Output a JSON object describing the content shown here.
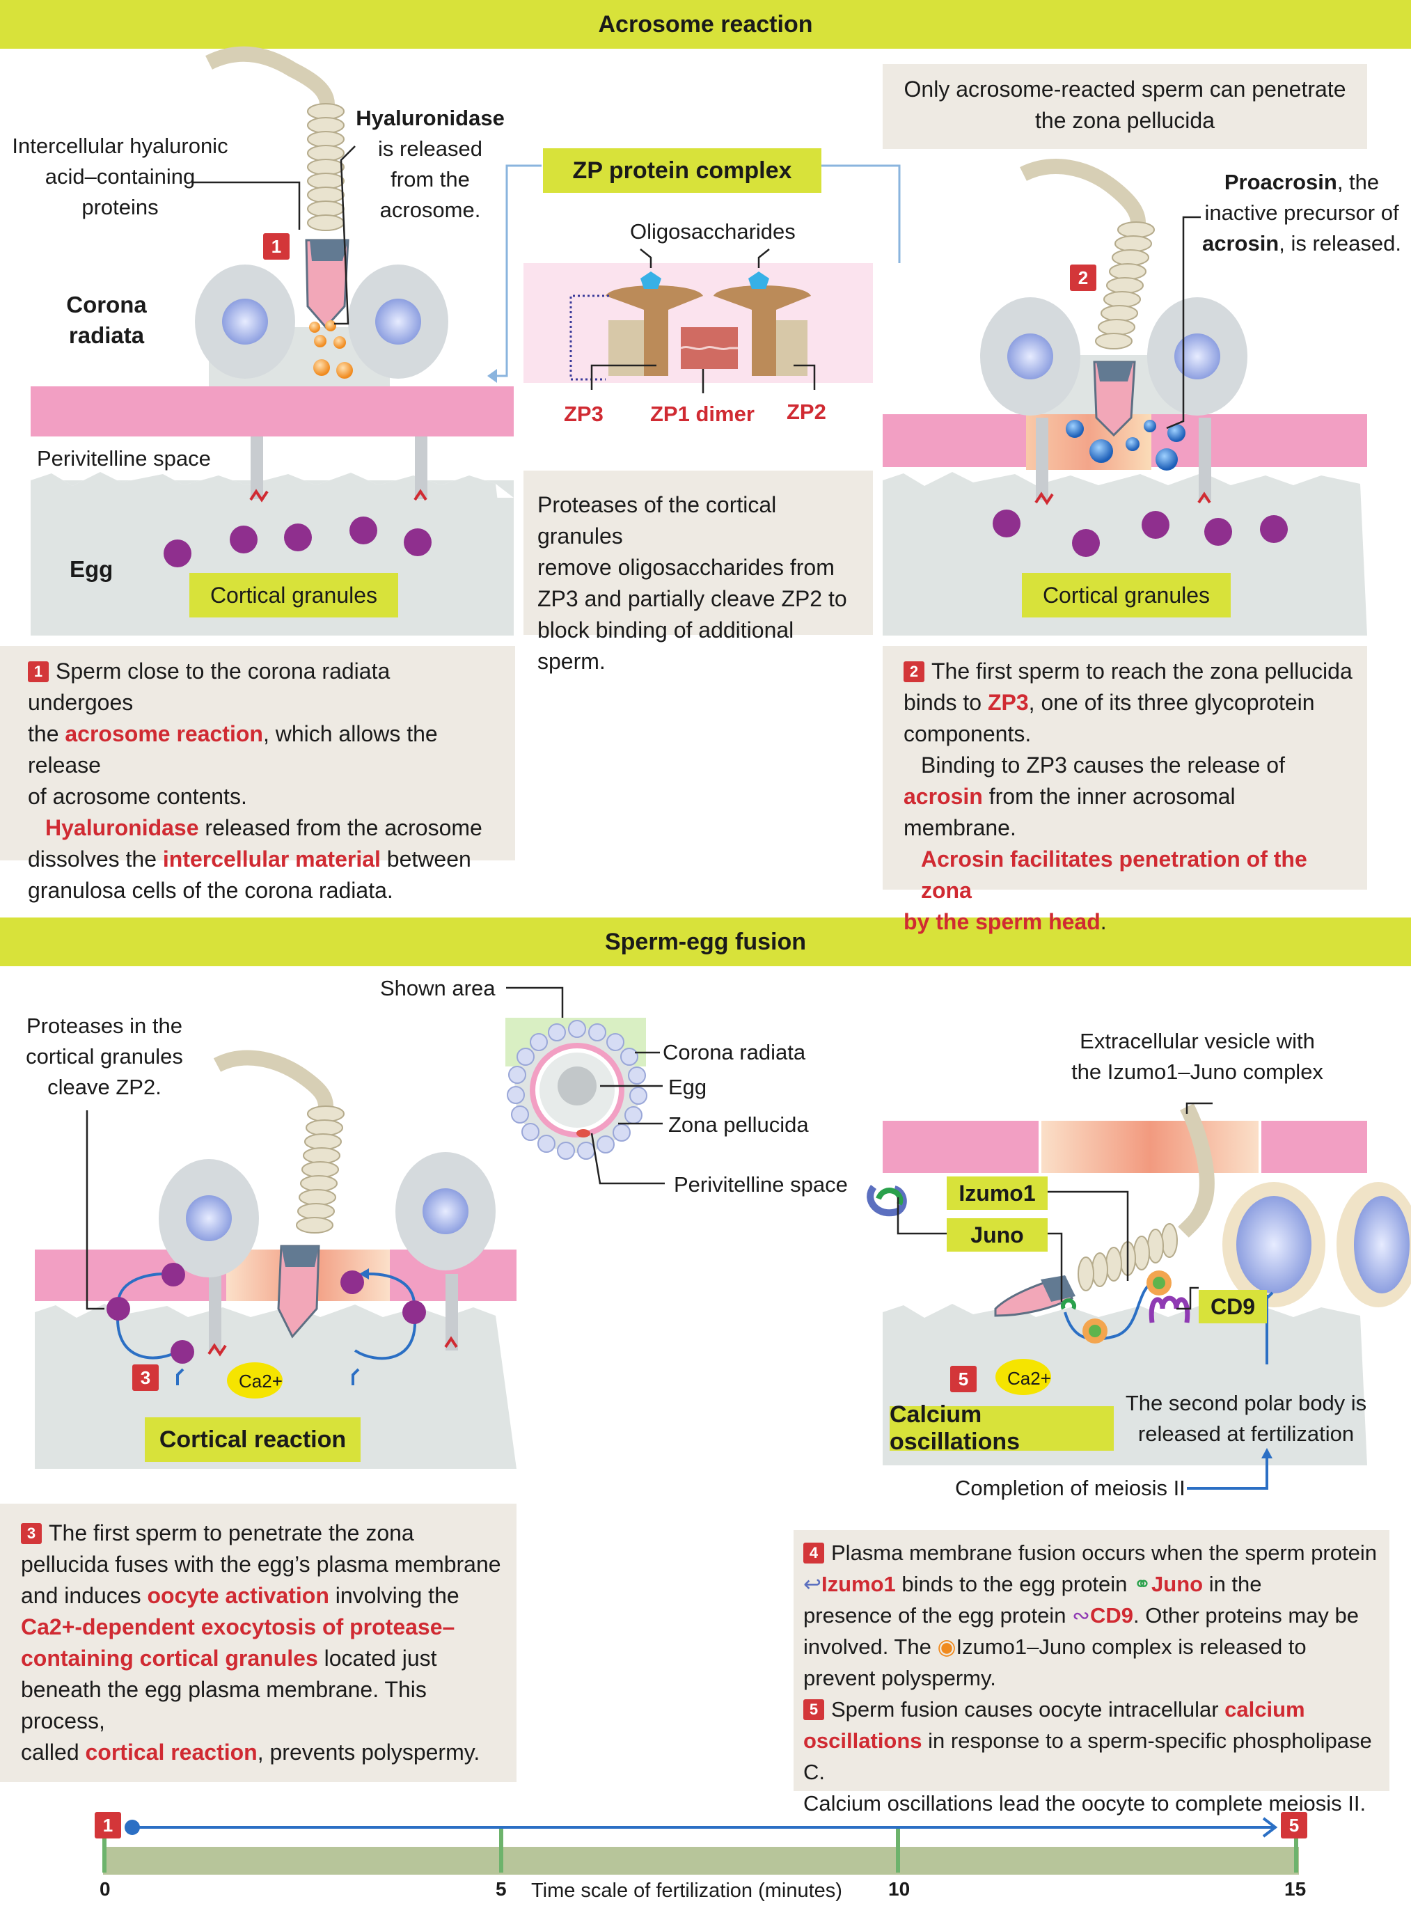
{
  "sections": {
    "acrosome": "Acrosome reaction",
    "fusion": "Sperm-egg fusion"
  },
  "panel1": {
    "hyaluronidase_label": [
      "Hyaluronidase",
      "is released",
      "from the",
      "acrosome."
    ],
    "intercellular_label": [
      "Intercellular hyaluronic",
      "acid–containing",
      "proteins"
    ],
    "corona_label": [
      "Corona",
      "radiata"
    ],
    "perivitelline": "Perivitelline space",
    "egg": "Egg",
    "cortical_granules": "Cortical granules",
    "step": "1"
  },
  "zp": {
    "title": "ZP protein complex",
    "oligosaccharides": "Oligosaccharides",
    "zp3": "ZP3",
    "zp1": "ZP1 dimer",
    "zp2": "ZP2",
    "proteases_text": [
      "Proteases of the cortical granules",
      "remove oligosaccharides from",
      "ZP3 and partially cleave ZP2 to",
      "block binding of additional sperm."
    ]
  },
  "panel2": {
    "only_text": [
      "Only acrosome-reacted sperm can penetrate",
      "the zona pellucida"
    ],
    "proacrosin_bold": "Proacrosin",
    "proacrosin_rest": ", the",
    "proacrosin_line2": "inactive precursor of",
    "acrosin_bold": "acrosin",
    "acrosin_rest": ", is released.",
    "cortical_granules": "Cortical granules",
    "step": "2"
  },
  "desc1": {
    "num": "1",
    "l1": "Sperm close to the corona radiata undergoes",
    "l2a": "the ",
    "l2b": "acrosome reaction",
    "l2c": ", which allows the release",
    "l3": "of acrosome contents.",
    "l4a": "Hyaluronidase",
    "l4b": " released from the acrosome",
    "l5a": "dissolves the ",
    "l5b": "intercellular material",
    "l5c": "  between",
    "l6": "granulosa cells of the corona radiata."
  },
  "desc2": {
    "num": "2",
    "l1": "The first sperm to reach the zona pellucida",
    "l2a": "binds to ",
    "l2b": "ZP3",
    "l2c": ", one of its three glycoprotein",
    "l3": "components.",
    "l4": "Binding to ZP3 causes the release of",
    "l5a": "acrosin",
    "l5b": " from the inner acrosomal membrane.",
    "l6": "Acrosin facilitates penetration of the zona",
    "l7a": "by the sperm head",
    "l7b": "."
  },
  "panel3": {
    "proteases": [
      "Proteases in the",
      "cortical granules",
      "cleave ZP2."
    ],
    "ca": "Ca2+",
    "cortical_reaction": "Cortical reaction",
    "step": "3"
  },
  "inset": {
    "shown_area": "Shown area",
    "corona": "Corona radiata",
    "egg": "Egg",
    "zona": "Zona pellucida",
    "perivitelline": "Perivitelline space"
  },
  "panel5": {
    "vesicle": [
      "Extracellular vesicle with",
      "the Izumo1–Juno complex"
    ],
    "izumo": "Izumo1",
    "juno": "Juno",
    "cd9": "CD9",
    "ca": "Ca2+",
    "calcium": "Calcium oscillations",
    "polar": [
      "The second polar body is",
      "released at fertilization"
    ],
    "meiosis": "Completion of meiosis II",
    "step": "5"
  },
  "desc3": {
    "num": "3",
    "l1": "The first sperm to penetrate the zona",
    "l2": "pellucida fuses with the egg’s plasma membrane",
    "l3a": "and induces ",
    "l3b": "oocyte activation",
    "l3c": " involving the",
    "l4": "Ca2+-dependent exocytosis of protease–",
    "l5a": "containing cortical granules",
    "l5b": " located just",
    "l6": "beneath the egg plasma membrane. This process,",
    "l7a": "called ",
    "l7b": "cortical reaction",
    "l7c": ", prevents polyspermy."
  },
  "desc45": {
    "num4": "4",
    "l1": "Plasma membrane fusion occurs when the sperm protein",
    "l2a": "Izumo1",
    "l2b": " binds to the egg protein ",
    "l2c": "Juno",
    "l2d": " in the",
    "l3a": "presence of the egg protein ",
    "l3b": "CD9",
    "l3c": ". Other proteins may be",
    "l4": "involved. The ",
    "l4b": "Izumo1–Juno complex is released to",
    "l5": "prevent polyspermy.",
    "num5": "5",
    "l6a": "Sperm fusion causes oocyte intracellular ",
    "l6b": "calcium",
    "l7a": "oscillations",
    "l7b": " in response to a sperm-specific phospholipase C.",
    "l8": "Calcium oscillations lead the oocyte to complete meiosis II."
  },
  "timeline": {
    "start_step": "1",
    "end_step": "5",
    "ticks": [
      "0",
      "5",
      "10",
      "15"
    ],
    "label": "Time scale of fertilization (minutes)"
  },
  "colors": {
    "bar": "#d8e23a",
    "box": "#eeeae3",
    "red": "#d02a32",
    "zona": "#f29fc3",
    "egg": "#dfe4e3",
    "granule": "#8f2f8e"
  }
}
